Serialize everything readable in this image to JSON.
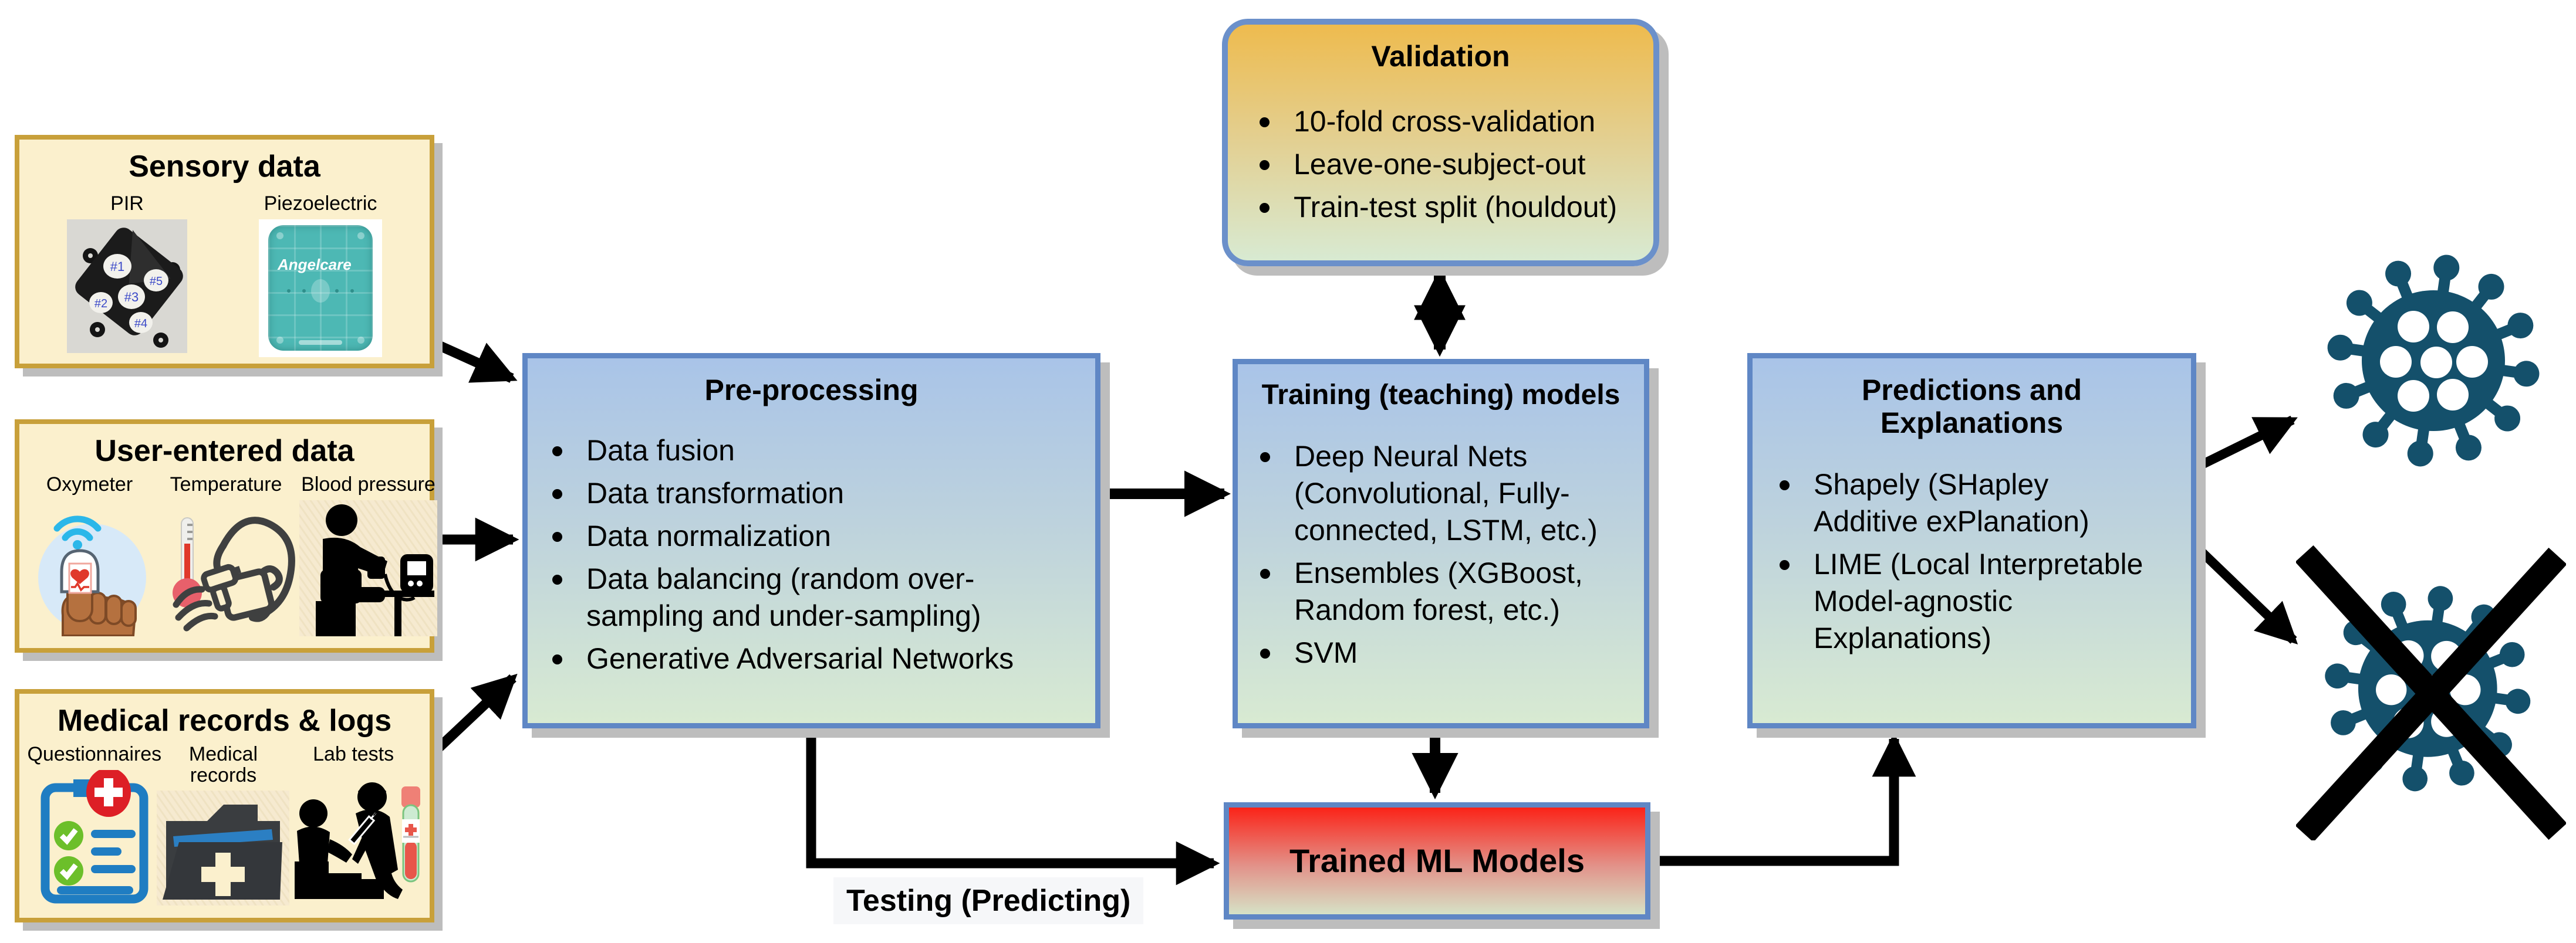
{
  "colors": {
    "panel_border": "#5f87c5",
    "panel_gradient_top": "#a9c4e8",
    "panel_gradient_bottom": "#d8ead2",
    "validation_gradient_top": "#eebb4e",
    "source_fill": "#fbf0cd",
    "source_border": "#c8a03a",
    "trained_gradient_top": "#fb2318",
    "virus": "#14506b",
    "arrow": "#000000"
  },
  "sources": {
    "sensory": {
      "title": "Sensory data",
      "pir_label": "PIR",
      "pir_sensors": [
        "#1",
        "#2",
        "#3",
        "#4",
        "#5"
      ],
      "piezo_label": "Piezoelectric",
      "piezo_brand": "Angelcare"
    },
    "user": {
      "title": "User-entered data",
      "oxymeter_label": "Oxymeter",
      "temperature_label": "Temperature",
      "blood_pressure_label": "Blood pressure"
    },
    "medical": {
      "title": "Medical records & logs",
      "questionnaires_label": "Questionnaires",
      "records_label": "Medical records",
      "lab_label": "Lab tests"
    }
  },
  "preprocessing": {
    "title": "Pre-processing",
    "bullets": [
      "Data fusion",
      "Data transformation",
      "Data normalization",
      "Data balancing (random over-sampling and under-sampling)",
      "Generative Adversarial Networks"
    ]
  },
  "validation": {
    "title": "Validation",
    "bullets": [
      "10-fold cross-validation",
      "Leave-one-subject-out",
      "Train-test split (houldout)"
    ]
  },
  "training": {
    "title": "Training (teaching) models",
    "bullets": [
      "Deep Neural Nets (Convolutional, Fully-connected, LSTM, etc.)",
      "Ensembles (XGBoost, Random forest, etc.)",
      "SVM"
    ]
  },
  "predictions": {
    "title": "Predictions and Explanations",
    "bullets": [
      "Shapely (SHapley Additive exPlanation)",
      "LIME (Local Interpretable Model-agnostic Explanations)"
    ]
  },
  "trained_models": {
    "title": "Trained ML Models"
  },
  "flow_labels": {
    "testing": "Testing (Predicting)"
  },
  "icons": {
    "pir_device": "pir-sensor-array-icon",
    "piezo_pad": "piezoelectric-pad-icon",
    "oxymeter": "pulse-oximeter-finger-icon",
    "temperature": "forehead-thermometer-icon",
    "blood_pressure": "blood-pressure-measurement-icon",
    "questionnaires": "medical-checklist-clipboard-icon",
    "medical_records": "medical-folder-icon",
    "lab_tests": "blood-draw-test-tube-icon",
    "virus_positive": "coronavirus-icon",
    "virus_negative": "coronavirus-crossed-out-icon"
  }
}
